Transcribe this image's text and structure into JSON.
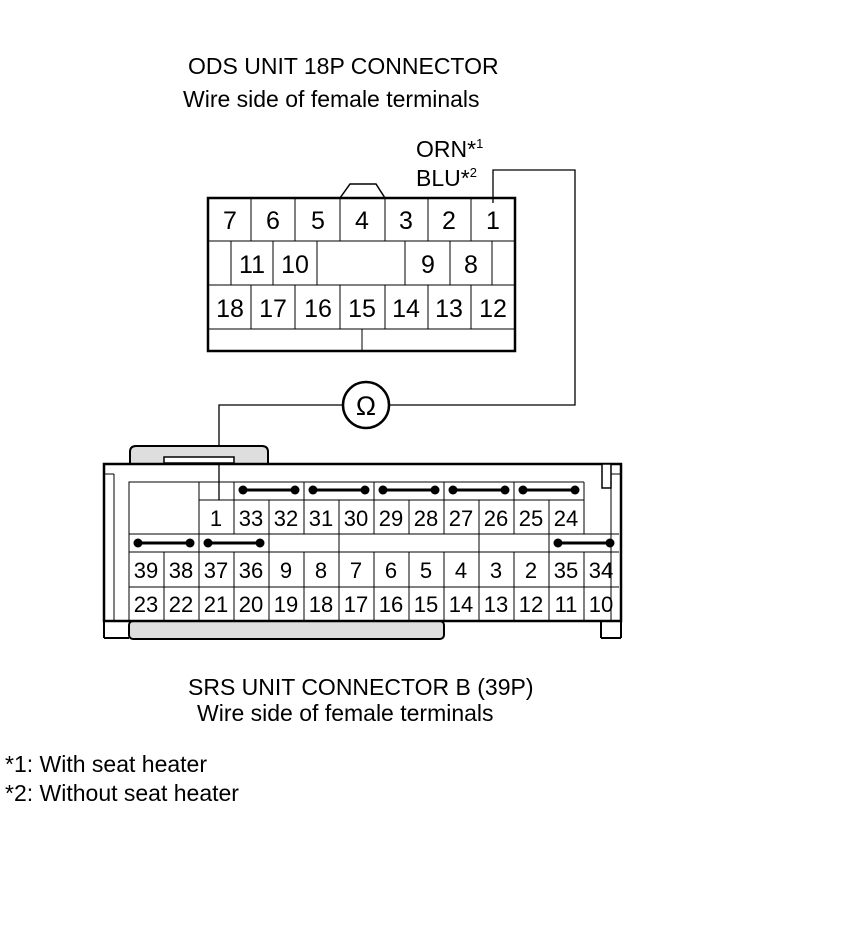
{
  "ods": {
    "title": "ODS UNIT 18P CONNECTOR",
    "subtitle": "Wire side of female terminals",
    "row1": [
      "7",
      "6",
      "5",
      "4",
      "3",
      "2",
      "1"
    ],
    "row2": [
      "11",
      "10",
      "9",
      "8"
    ],
    "row3": [
      "18",
      "17",
      "16",
      "15",
      "14",
      "13",
      "12"
    ]
  },
  "wire": {
    "color1": "ORN*",
    "ref1": "1",
    "color2": "BLU*",
    "ref2": "2"
  },
  "meter": {
    "symbol": "Ω"
  },
  "srs": {
    "title": "SRS UNIT CONNECTOR B (39P)",
    "subtitle": "Wire side of female terminals",
    "row1": [
      "1",
      "33",
      "32",
      "31",
      "30",
      "29",
      "28",
      "27",
      "26",
      "25",
      "24"
    ],
    "row2": [
      "39",
      "38",
      "37",
      "36",
      "9",
      "8",
      "7",
      "6",
      "5",
      "4",
      "3",
      "2",
      "35",
      "34"
    ],
    "row3": [
      "23",
      "22",
      "21",
      "20",
      "19",
      "18",
      "17",
      "16",
      "15",
      "14",
      "13",
      "12",
      "11",
      "10"
    ]
  },
  "notes": [
    "*1: With seat heater",
    "*2: Without seat heater"
  ]
}
